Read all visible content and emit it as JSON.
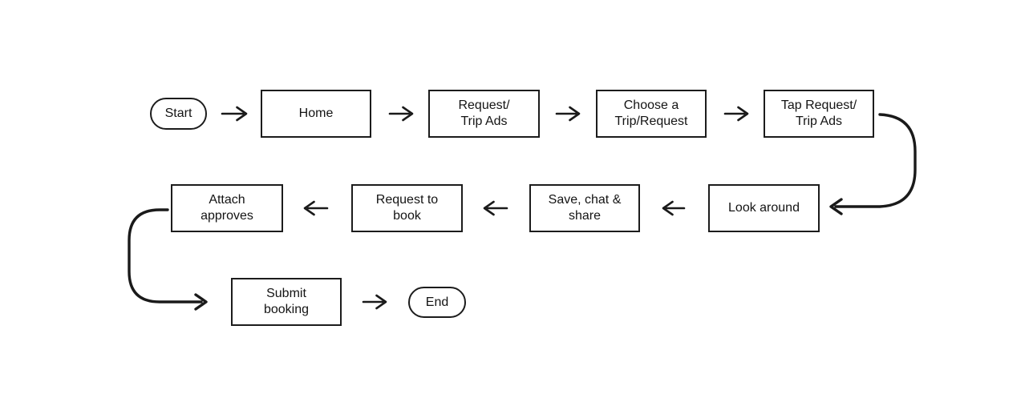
{
  "diagram": {
    "type": "flowchart",
    "colors": {
      "stroke": "#1a1a1a",
      "background": "#ffffff",
      "text": "#141414"
    },
    "nodes": {
      "start": {
        "label": "Start",
        "shape": "terminator"
      },
      "home": {
        "label": "Home",
        "shape": "process"
      },
      "request_trip_ads": {
        "label": [
          "Request/",
          "Trip Ads"
        ],
        "shape": "process"
      },
      "choose_trip_request": {
        "label": [
          "Choose a",
          "Trip/Request"
        ],
        "shape": "process"
      },
      "tap_request_trip_ads": {
        "label": [
          "Tap Request/",
          "Trip Ads"
        ],
        "shape": "process"
      },
      "look_around": {
        "label": "Look around",
        "shape": "process"
      },
      "save_chat_share": {
        "label": [
          "Save, chat &",
          "share"
        ],
        "shape": "process"
      },
      "request_to_book": {
        "label": [
          "Request to",
          "book"
        ],
        "shape": "process"
      },
      "attach_approves": {
        "label": [
          "Attach",
          "approves"
        ],
        "shape": "process"
      },
      "submit_booking": {
        "label": [
          "Submit",
          "booking"
        ],
        "shape": "process"
      },
      "end": {
        "label": "End",
        "shape": "terminator"
      }
    },
    "edges": [
      {
        "from": "start",
        "to": "home",
        "style": "straight-right"
      },
      {
        "from": "home",
        "to": "request_trip_ads",
        "style": "straight-right"
      },
      {
        "from": "request_trip_ads",
        "to": "choose_trip_request",
        "style": "straight-right"
      },
      {
        "from": "choose_trip_request",
        "to": "tap_request_trip_ads",
        "style": "straight-right"
      },
      {
        "from": "tap_request_trip_ads",
        "to": "look_around",
        "style": "curved-down-left"
      },
      {
        "from": "look_around",
        "to": "save_chat_share",
        "style": "straight-left"
      },
      {
        "from": "save_chat_share",
        "to": "request_to_book",
        "style": "straight-left"
      },
      {
        "from": "request_to_book",
        "to": "attach_approves",
        "style": "straight-left"
      },
      {
        "from": "attach_approves",
        "to": "submit_booking",
        "style": "curved-down-right"
      },
      {
        "from": "submit_booking",
        "to": "end",
        "style": "straight-right"
      }
    ]
  }
}
